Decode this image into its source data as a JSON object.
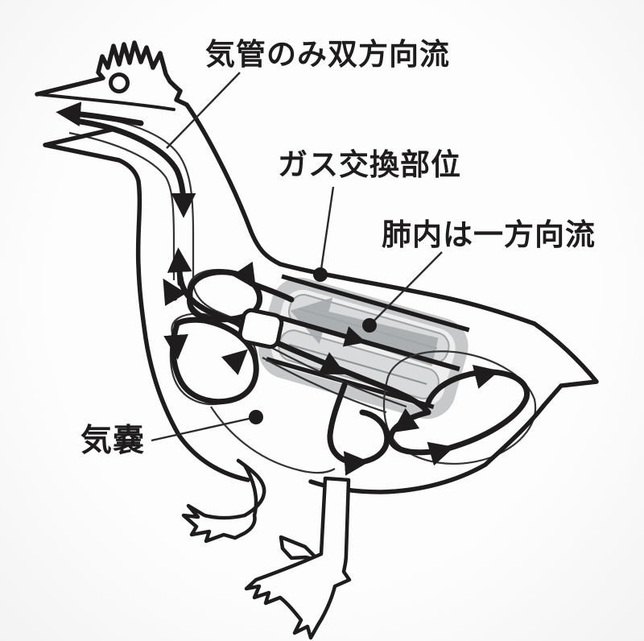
{
  "figure": {
    "type": "anatomical-diagram",
    "subject": "bird respiratory system airflow",
    "background_color": "#fdfdfd",
    "line_color": "#1f1c1d",
    "lung_band_color": "#c6c8c9",
    "lung_inner_color": "#eeeeef",
    "lung_capsule_color": "#d8dadb",
    "flow_arrow_color": "#a4a8ab",
    "labels": {
      "trachea_flow": "気管のみ双方向流",
      "gas_exchange": "ガス交換部位",
      "lung_flow": "肺内は一方向流",
      "air_sac": "気嚢"
    }
  }
}
